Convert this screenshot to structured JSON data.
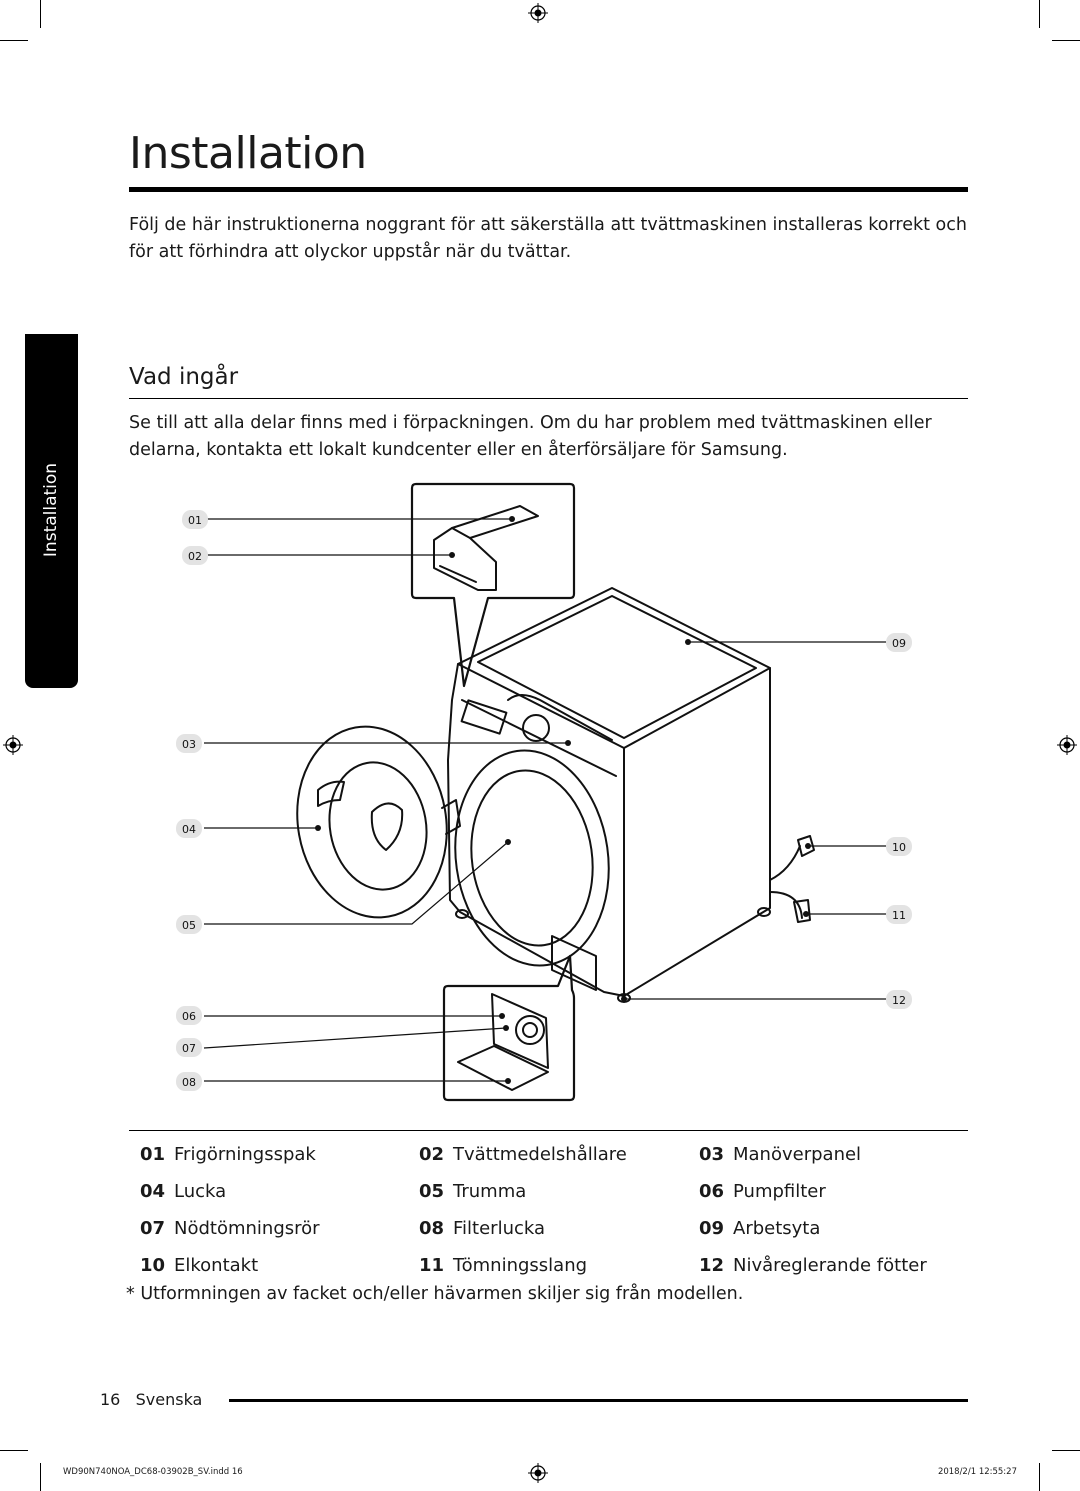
{
  "page": {
    "title": "Installation",
    "intro": "Följ de här instruktionerna noggrant för att säkerställa att tvättmaskinen installeras korrekt och för att förhindra att olyckor uppstår när du tvättar.",
    "side_tab": "Installation"
  },
  "section": {
    "title": "Vad ingår",
    "text": "Se till att alla delar finns med i förpackningen. Om du har problem med tvättmaskinen eller delarna, kontakta ett lokalt kundcenter eller en återförsäljare för Samsung."
  },
  "diagram": {
    "callouts": [
      "01",
      "02",
      "03",
      "04",
      "05",
      "06",
      "07",
      "08",
      "09",
      "10",
      "11",
      "12"
    ]
  },
  "parts": [
    {
      "num": "01",
      "label": "Frigörningsspak"
    },
    {
      "num": "02",
      "label": "Tvättmedelshållare"
    },
    {
      "num": "03",
      "label": "Manöverpanel"
    },
    {
      "num": "04",
      "label": "Lucka"
    },
    {
      "num": "05",
      "label": "Trumma"
    },
    {
      "num": "06",
      "label": "Pumpfilter"
    },
    {
      "num": "07",
      "label": "Nödtömningsrör"
    },
    {
      "num": "08",
      "label": "Filterlucka"
    },
    {
      "num": "09",
      "label": "Arbetsyta"
    },
    {
      "num": "10",
      "label": "Elkontakt"
    },
    {
      "num": "11",
      "label": "Tömningsslang"
    },
    {
      "num": "12",
      "label": "Nivåreglerande fötter"
    }
  ],
  "footnote": "* Utformningen av facket och/eller hävarmen skiljer sig från modellen.",
  "footer": {
    "page_number": "16",
    "language": "Svenska",
    "indd_file": "WD90N740NOA_DC68-03902B_SV.indd   16",
    "print_date": "2018/2/1   12:55:27"
  }
}
